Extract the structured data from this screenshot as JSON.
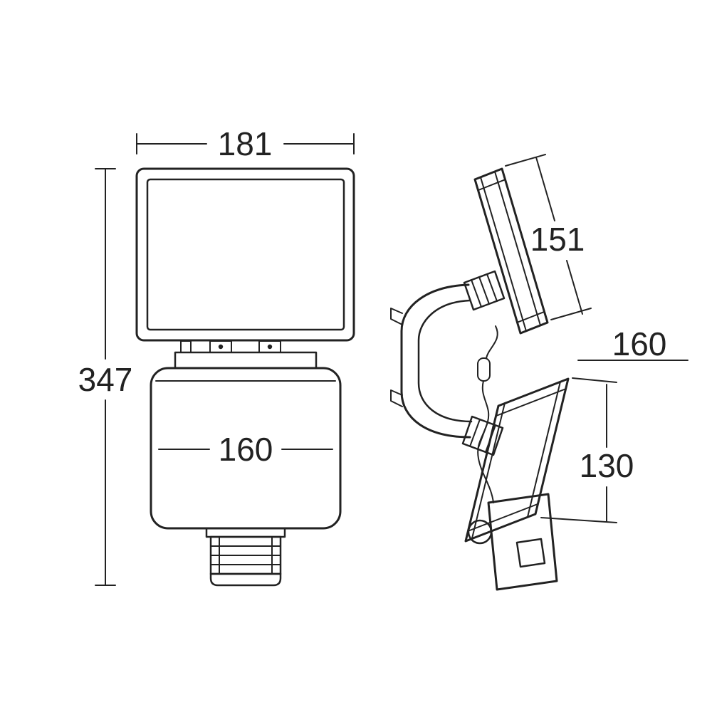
{
  "drawing": {
    "line_color": "#222222",
    "background_color": "#ffffff",
    "front_view": {
      "width_label": "181",
      "height_label": "347",
      "body_width_label": "160"
    },
    "side_view": {
      "upper_head_label": "151",
      "depth_label": "160",
      "lower_head_label": "130"
    }
  }
}
